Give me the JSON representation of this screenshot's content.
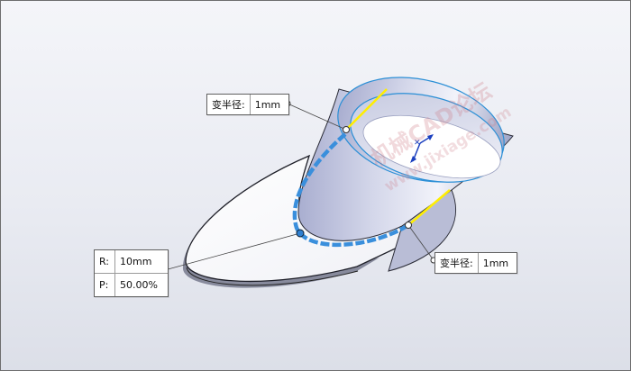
{
  "callouts": {
    "top_label": "变半径:",
    "top_value": "1mm",
    "right_label": "变半径:",
    "right_value": "1mm",
    "r_label": "R:",
    "r_value": "10mm",
    "p_label": "P:",
    "p_value": "50.00%"
  },
  "watermark": {
    "line1": "机械CAD论坛",
    "line2": "www.jixiage.com"
  },
  "colors": {
    "edge_highlight": "#ffee00",
    "fillet_preview": "#3a8fdc",
    "rim": "#2b8fd6"
  }
}
